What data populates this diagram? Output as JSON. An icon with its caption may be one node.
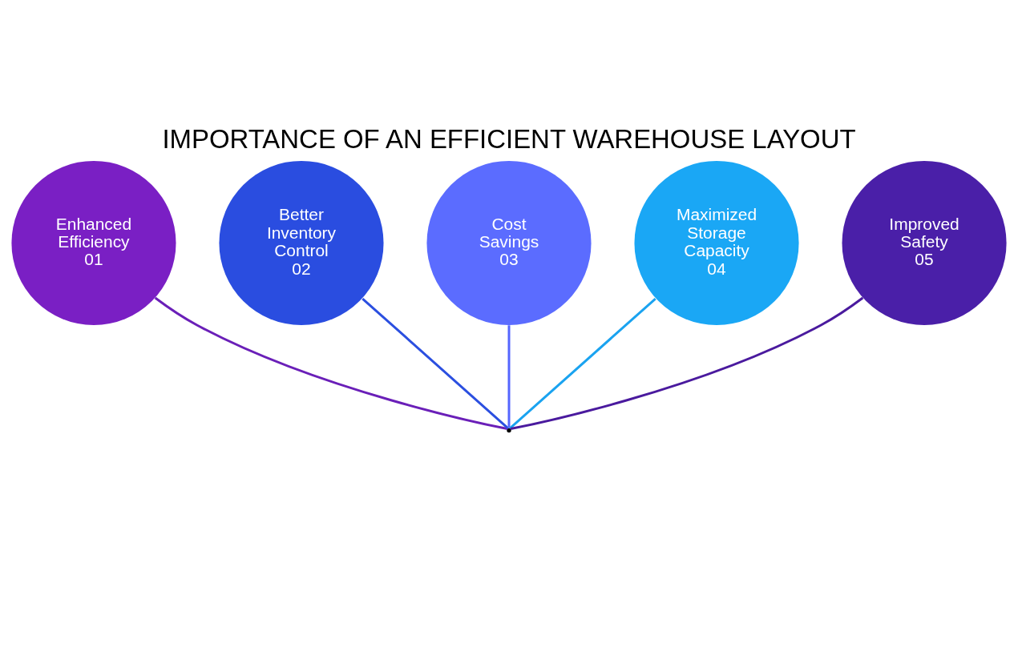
{
  "diagram": {
    "title": "IMPORTANCE OF AN EFFICIENT WAREHOUSE LAYOUT",
    "nodes": [
      {
        "text": [
          "Enhanced Efficiency",
          "01"
        ]
      },
      {
        "text": [
          "Better Inventory Control",
          "02"
        ]
      },
      {
        "text": [
          "Cost Savings",
          "03"
        ]
      },
      {
        "text": [
          "Maximized Storage Capacity",
          "04"
        ]
      },
      {
        "text": [
          "Improved Safety",
          "05"
        ]
      }
    ],
    "edges": [
      {
        "from": 0,
        "to": null,
        "arrow": "none",
        "color": "#6a1fb8"
      },
      {
        "from": 1,
        "to": null,
        "arrow": "none",
        "color": "#2b4fe0"
      },
      {
        "from": 2,
        "to": null,
        "arrow": "none",
        "color": "#5566ff"
      },
      {
        "from": 3,
        "to": null,
        "arrow": "none",
        "color": "#1aa3f0"
      },
      {
        "from": 4,
        "to": null,
        "arrow": "none",
        "color": "#4a1a9e"
      }
    ]
  }
}
